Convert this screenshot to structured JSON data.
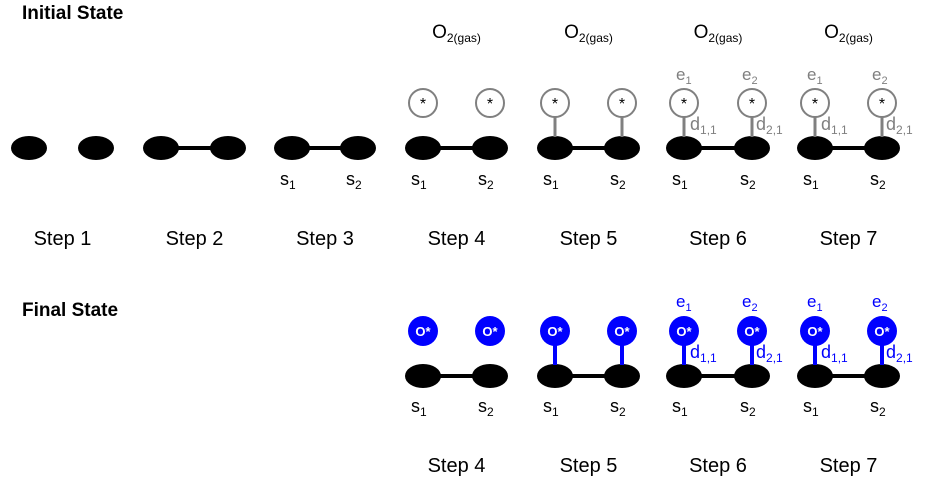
{
  "headings": {
    "initial": "Initial State",
    "final": "Final State"
  },
  "gas_label": {
    "base": "O",
    "sub": "2(gas)"
  },
  "site_labels": {
    "s1": {
      "base": "s",
      "sub": "1"
    },
    "s2": {
      "base": "s",
      "sub": "2"
    }
  },
  "e_labels": {
    "e1": {
      "base": "e",
      "sub": "1"
    },
    "e2": {
      "base": "e",
      "sub": "2"
    }
  },
  "d_labels": {
    "d1": {
      "base": "d",
      "sub": "1,1"
    },
    "d2": {
      "base": "d",
      "sub": "2,1"
    }
  },
  "empty_site_symbol": "*",
  "adsorbate_symbol": "O*",
  "colors": {
    "site": "#000000",
    "empty_site_stroke": "#808080",
    "adsorbate": "#0000FF",
    "gray_label": "#7F7F7F",
    "blue_label": "#0000FF"
  },
  "initial_steps": [
    {
      "label": "Step 1",
      "bond": false,
      "site_labels": false,
      "gas": false,
      "circles": false,
      "tethers": false,
      "e_labels": false,
      "d_labels": false
    },
    {
      "label": "Step 2",
      "bond": true,
      "site_labels": false,
      "gas": false,
      "circles": false,
      "tethers": false,
      "e_labels": false,
      "d_labels": false
    },
    {
      "label": "Step 3",
      "bond": true,
      "site_labels": true,
      "gas": false,
      "circles": false,
      "tethers": false,
      "e_labels": false,
      "d_labels": false
    },
    {
      "label": "Step 4",
      "bond": true,
      "site_labels": true,
      "gas": true,
      "circles": true,
      "tethers": false,
      "e_labels": false,
      "d_labels": false
    },
    {
      "label": "Step 5",
      "bond": true,
      "site_labels": true,
      "gas": true,
      "circles": true,
      "tethers": true,
      "e_labels": false,
      "d_labels": false
    },
    {
      "label": "Step 6",
      "bond": true,
      "site_labels": true,
      "gas": true,
      "circles": true,
      "tethers": true,
      "e_labels": true,
      "d_labels": true
    },
    {
      "label": "Step 7",
      "bond": true,
      "site_labels": true,
      "gas": true,
      "circles": true,
      "tethers": true,
      "e_labels": true,
      "d_labels": true
    }
  ],
  "final_steps": [
    {
      "label": "Step 4",
      "bond": true,
      "site_labels": true,
      "circles": true,
      "tethers": false,
      "e_labels": false,
      "d_labels": false
    },
    {
      "label": "Step 5",
      "bond": true,
      "site_labels": true,
      "circles": true,
      "tethers": true,
      "e_labels": false,
      "d_labels": false
    },
    {
      "label": "Step 6",
      "bond": true,
      "site_labels": true,
      "circles": true,
      "tethers": true,
      "e_labels": true,
      "d_labels": true
    },
    {
      "label": "Step 7",
      "bond": true,
      "site_labels": true,
      "circles": true,
      "tethers": true,
      "e_labels": true,
      "d_labels": true
    }
  ]
}
